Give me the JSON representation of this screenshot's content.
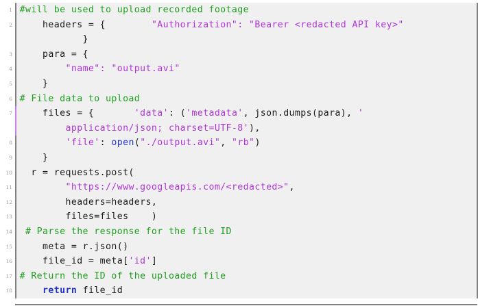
{
  "listing": {
    "language": "Python",
    "background_color": "#f0f0f0",
    "frame_color": "#808080",
    "marker_color": "#c87ef0",
    "comment_color": "#1e9e1e",
    "string_color": "#b035d8",
    "keyword_color": "#2233cc",
    "plain_color": "#1a1a1a",
    "linenumber_color": "#9a9a9a",
    "lines": [
      {
        "number": "1",
        "marked": false,
        "tokens": [
          {
            "text": "#will be used to upload recorded footage",
            "cls": "cm"
          }
        ]
      },
      {
        "number": "2",
        "marked": false,
        "tokens": [
          {
            "text": "    headers = {        ",
            "cls": "pl"
          },
          {
            "text": "\"Authorization\": \"Bearer <redacted API key>\"",
            "cls": "st"
          }
        ]
      },
      {
        "number": "",
        "marked": false,
        "tokens": [
          {
            "text": "           }",
            "cls": "pl"
          }
        ]
      },
      {
        "number": "3",
        "marked": false,
        "tokens": [
          {
            "text": "    para = {",
            "cls": "pl"
          }
        ]
      },
      {
        "number": "4",
        "marked": false,
        "tokens": [
          {
            "text": "        ",
            "cls": "pl"
          },
          {
            "text": "\"name\": \"output.avi\"",
            "cls": "st"
          }
        ]
      },
      {
        "number": "5",
        "marked": false,
        "tokens": [
          {
            "text": "    }",
            "cls": "pl"
          }
        ]
      },
      {
        "number": "6",
        "marked": false,
        "tokens": [
          {
            "text": "# File data to upload",
            "cls": "cm"
          }
        ]
      },
      {
        "number": "7",
        "marked": true,
        "tokens": [
          {
            "text": "    files = {       ",
            "cls": "pl"
          },
          {
            "text": "'data'",
            "cls": "st"
          },
          {
            "text": ": (",
            "cls": "pl"
          },
          {
            "text": "'metadata'",
            "cls": "st"
          },
          {
            "text": ", json.dumps(para), ",
            "cls": "pl"
          },
          {
            "text": "'",
            "cls": "st"
          }
        ]
      },
      {
        "number": "",
        "marked": true,
        "tokens": [
          {
            "text": "        ",
            "cls": "pl"
          },
          {
            "text": "application/json; charset=UTF-8'",
            "cls": "st"
          },
          {
            "text": "),",
            "cls": "pl"
          }
        ]
      },
      {
        "number": "8",
        "marked": false,
        "tokens": [
          {
            "text": "        ",
            "cls": "pl"
          },
          {
            "text": "'file'",
            "cls": "st"
          },
          {
            "text": ": ",
            "cls": "pl"
          },
          {
            "text": "open",
            "cls": "bi"
          },
          {
            "text": "(",
            "cls": "pl"
          },
          {
            "text": "\"./output.avi\"",
            "cls": "st"
          },
          {
            "text": ", ",
            "cls": "pl"
          },
          {
            "text": "\"rb\"",
            "cls": "st"
          },
          {
            "text": ")",
            "cls": "pl"
          }
        ]
      },
      {
        "number": "9",
        "marked": false,
        "tokens": [
          {
            "text": "    }",
            "cls": "pl"
          }
        ]
      },
      {
        "number": "10",
        "marked": false,
        "tokens": [
          {
            "text": "  r = requests.post(",
            "cls": "pl"
          }
        ]
      },
      {
        "number": "11",
        "marked": false,
        "tokens": [
          {
            "text": "        ",
            "cls": "pl"
          },
          {
            "text": "\"https://www.googleapis.com/<redacted>\"",
            "cls": "st"
          },
          {
            "text": ",",
            "cls": "pl"
          }
        ]
      },
      {
        "number": "12",
        "marked": false,
        "tokens": [
          {
            "text": "        headers=headers,",
            "cls": "pl"
          }
        ]
      },
      {
        "number": "13",
        "marked": false,
        "tokens": [
          {
            "text": "        files=files    )",
            "cls": "pl"
          }
        ]
      },
      {
        "number": "14",
        "marked": false,
        "tokens": [
          {
            "text": " # Parse the response for the file ID",
            "cls": "cm"
          }
        ]
      },
      {
        "number": "15",
        "marked": false,
        "tokens": [
          {
            "text": "    meta = r.json()",
            "cls": "pl"
          }
        ]
      },
      {
        "number": "16",
        "marked": false,
        "tokens": [
          {
            "text": "    file_id = meta[",
            "cls": "pl"
          },
          {
            "text": "'id'",
            "cls": "st"
          },
          {
            "text": "]",
            "cls": "pl"
          }
        ]
      },
      {
        "number": "17",
        "marked": false,
        "tokens": [
          {
            "text": "# Return the ID of the uploaded file",
            "cls": "cm"
          }
        ]
      },
      {
        "number": "18",
        "marked": false,
        "tokens": [
          {
            "text": "    ",
            "cls": "pl"
          },
          {
            "text": "return",
            "cls": "kw"
          },
          {
            "text": " file_id",
            "cls": "pl"
          }
        ]
      }
    ]
  }
}
